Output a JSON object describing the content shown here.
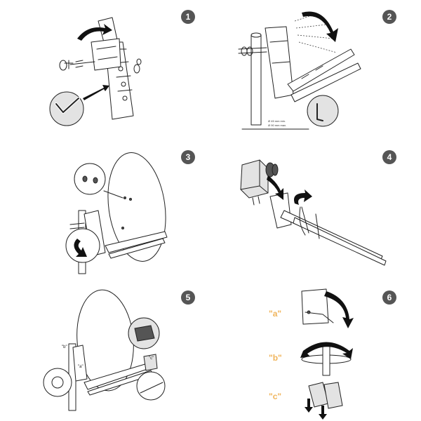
{
  "steps": [
    {
      "number": "1"
    },
    {
      "number": "2",
      "pole_note_min": "Ø 45 mm min.",
      "pole_note_max": "Ø 90 mm max."
    },
    {
      "number": "3"
    },
    {
      "number": "4"
    },
    {
      "number": "5",
      "label_b": "\"b\"",
      "label_a": "\"a\"",
      "label_c": "\"c\""
    },
    {
      "number": "6",
      "label_a": "\"a\"",
      "label_b": "\"b\"",
      "label_c": "\"c\""
    }
  ],
  "colors": {
    "badge": "#555555",
    "label_accent": "#f0b45a",
    "line": "#222222"
  }
}
